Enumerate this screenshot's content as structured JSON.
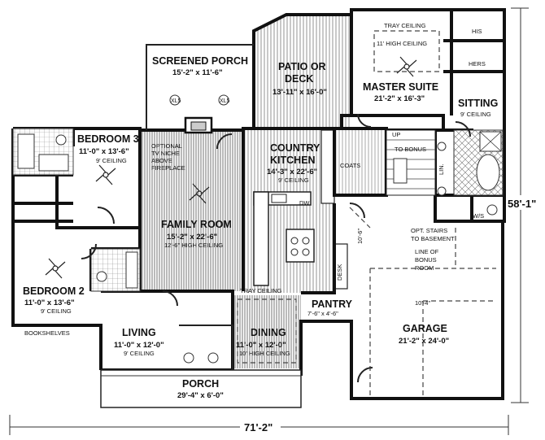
{
  "rooms": {
    "screened_porch": {
      "name": "SCREENED PORCH",
      "dim": "15'-2\" x 11'-6\""
    },
    "patio": {
      "name1": "PATIO OR",
      "name2": "DECK",
      "dim": "13'-11\" x 16'-0\""
    },
    "master": {
      "tray": "TRAY CEILING",
      "ceiling": "11' HIGH CEILING",
      "name": "MASTER SUITE",
      "dim": "21'-2\" x 16'-3\"",
      "his": "HIS",
      "hers": "HERS"
    },
    "sitting": {
      "name": "SITTING",
      "ceiling": "9' CEILING"
    },
    "bedroom3": {
      "name": "BEDROOM 3",
      "dim": "11'-0\" x 13'-6\"",
      "ceiling": "9' CEILING"
    },
    "family": {
      "niche1": "OPTIONAL",
      "niche2": "TV NICHE",
      "niche3": "ABOVE",
      "niche4": "FIREPLACE",
      "name": "FAMILY ROOM",
      "dim": "15'-2\" x 22'-6\"",
      "ceiling": "12'-6\" HIGH CEILING"
    },
    "kitchen": {
      "name1": "COUNTRY",
      "name2": "KITCHEN",
      "dim": "14'-3\" x 22'-6\"",
      "ceiling": "9' CEILING",
      "dw": "DW",
      "desk": "DESK"
    },
    "coats": "COATS",
    "bonus_stairs": {
      "up": "UP",
      "to": "TO BONUS"
    },
    "lin": "LIN.",
    "ws": "W/S",
    "opt_stairs": {
      "line1": "OPT. STAIRS",
      "line2": "TO BASEMENT"
    },
    "bonus_line": {
      "line1": "LINE OF",
      "line2": "BONUS",
      "line3": "ROOM"
    },
    "bedroom2": {
      "name": "BEDROOM 2",
      "dim": "11'-0\" x 13'-6\"",
      "ceiling": "9' CEILING"
    },
    "bookshelves": "BOOKSHELVES",
    "living": {
      "name": "LIVING",
      "dim": "11'-0\" x 12'-0\"",
      "ceiling": "9' CEILING"
    },
    "dining": {
      "tray": "TRAY CEILING",
      "name": "DINING",
      "dim": "11'-0\" x 12'-0\"",
      "ceiling": "10' HIGH CEILING"
    },
    "pantry": {
      "name": "PANTRY",
      "dim": "7'-6\" x 4'-6\""
    },
    "garage": {
      "name": "GARAGE",
      "dim": "21'-2\" x 24'-0\"",
      "bonus_w": "10'-4\"",
      "bonus_h": "10'-6\""
    },
    "porch": {
      "name": "PORCH",
      "dim": "29'-4\" x 6'-0\""
    }
  },
  "dimensions": {
    "width": "71'-2\"",
    "depth": "58'-1\""
  },
  "light_labels": [
    "XL5",
    "XL5"
  ]
}
